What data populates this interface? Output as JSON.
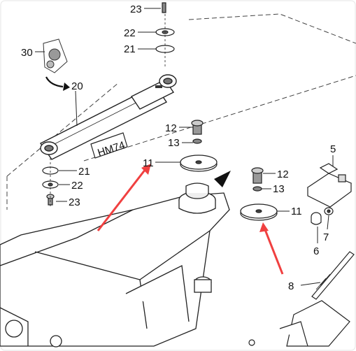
{
  "diagram": {
    "parts": [
      {
        "id": "23-top",
        "label": "23"
      },
      {
        "id": "22-top",
        "label": "22"
      },
      {
        "id": "21-top",
        "label": "21"
      },
      {
        "id": "30",
        "label": "30"
      },
      {
        "id": "20",
        "label": "20"
      },
      {
        "id": "21-bot",
        "label": "21"
      },
      {
        "id": "22-bot",
        "label": "22"
      },
      {
        "id": "23-bot",
        "label": "23"
      },
      {
        "id": "12-left",
        "label": "12"
      },
      {
        "id": "13-left",
        "label": "13"
      },
      {
        "id": "11-left",
        "label": "11"
      },
      {
        "id": "12-right",
        "label": "12"
      },
      {
        "id": "13-right",
        "label": "13"
      },
      {
        "id": "11-right",
        "label": "11"
      },
      {
        "id": "5",
        "label": "5"
      },
      {
        "id": "7",
        "label": "7"
      },
      {
        "id": "6",
        "label": "6"
      },
      {
        "id": "8",
        "label": "8"
      }
    ],
    "tag_text": "HM74",
    "arrow_color": "#f04040"
  }
}
